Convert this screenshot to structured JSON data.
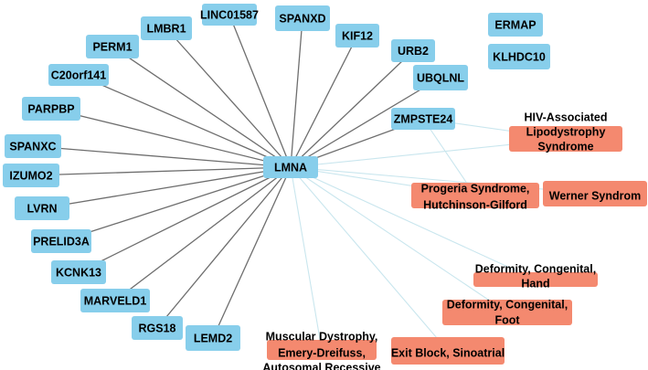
{
  "colors": {
    "gene_fill": "#87CEEB",
    "disease_fill": "#F4896F",
    "gene_edge": "#6E6E6E",
    "disease_edge": "#C9E6EE",
    "label": "#000000"
  },
  "hub": {
    "id": "lmna",
    "label": "LMNA"
  },
  "genes": [
    {
      "id": "linc01587",
      "label": "LINC01587"
    },
    {
      "id": "spanxd",
      "label": "SPANXD"
    },
    {
      "id": "lmbr1",
      "label": "LMBR1"
    },
    {
      "id": "kif12",
      "label": "KIF12"
    },
    {
      "id": "perm1",
      "label": "PERM1"
    },
    {
      "id": "urb2",
      "label": "URB2"
    },
    {
      "id": "c20orf141",
      "label": "C20orf141"
    },
    {
      "id": "ubqlnl",
      "label": "UBQLNL"
    },
    {
      "id": "parpbp",
      "label": "PARPBP"
    },
    {
      "id": "zmpste24",
      "label": "ZMPSTE24"
    },
    {
      "id": "spanxc",
      "label": "SPANXC"
    },
    {
      "id": "izumo2",
      "label": "IZUMO2"
    },
    {
      "id": "lvrn",
      "label": "LVRN"
    },
    {
      "id": "prelid3a",
      "label": "PRELID3A"
    },
    {
      "id": "kcnk13",
      "label": "KCNK13"
    },
    {
      "id": "marveld1",
      "label": "MARVELD1"
    },
    {
      "id": "rgs18",
      "label": "RGS18"
    },
    {
      "id": "lemd2",
      "label": "LEMD2"
    },
    {
      "id": "ermap",
      "label": "ERMAP"
    },
    {
      "id": "klhdc10",
      "label": "KLHDC10"
    }
  ],
  "diseases": [
    {
      "id": "hiv_lipodystrophy",
      "lines": [
        "HIV-Associated",
        "Lipodystrophy",
        "Syndrome"
      ]
    },
    {
      "id": "progeria",
      "lines": [
        "Progeria Syndrome,",
        "Hutchinson-Gilford"
      ]
    },
    {
      "id": "werner",
      "lines": [
        "Werner Syndrom"
      ]
    },
    {
      "id": "deformity_hand",
      "lines": [
        "Deformity, Congenital,",
        "Hand"
      ]
    },
    {
      "id": "deformity_foot",
      "lines": [
        "Deformity, Congenital,",
        "Foot"
      ]
    },
    {
      "id": "muscular_dystrophy",
      "lines": [
        "Muscular Dystrophy,",
        "Emery-Dreifuss,",
        "Autosomal Recessive"
      ]
    },
    {
      "id": "exit_block",
      "lines": [
        "Exit Block, Sinoatrial"
      ]
    }
  ],
  "edges": [
    {
      "source": "lmna",
      "target": "linc01587",
      "kind": "gene"
    },
    {
      "source": "lmna",
      "target": "spanxd",
      "kind": "gene"
    },
    {
      "source": "lmna",
      "target": "lmbr1",
      "kind": "gene"
    },
    {
      "source": "lmna",
      "target": "kif12",
      "kind": "gene"
    },
    {
      "source": "lmna",
      "target": "perm1",
      "kind": "gene"
    },
    {
      "source": "lmna",
      "target": "urb2",
      "kind": "gene"
    },
    {
      "source": "lmna",
      "target": "c20orf141",
      "kind": "gene"
    },
    {
      "source": "lmna",
      "target": "ubqlnl",
      "kind": "gene"
    },
    {
      "source": "lmna",
      "target": "parpbp",
      "kind": "gene"
    },
    {
      "source": "lmna",
      "target": "zmpste24",
      "kind": "gene"
    },
    {
      "source": "lmna",
      "target": "spanxc",
      "kind": "gene"
    },
    {
      "source": "lmna",
      "target": "izumo2",
      "kind": "gene"
    },
    {
      "source": "lmna",
      "target": "lvrn",
      "kind": "gene"
    },
    {
      "source": "lmna",
      "target": "prelid3a",
      "kind": "gene"
    },
    {
      "source": "lmna",
      "target": "kcnk13",
      "kind": "gene"
    },
    {
      "source": "lmna",
      "target": "marveld1",
      "kind": "gene"
    },
    {
      "source": "lmna",
      "target": "rgs18",
      "kind": "gene"
    },
    {
      "source": "lmna",
      "target": "lemd2",
      "kind": "gene"
    },
    {
      "source": "lmna",
      "target": "hiv_lipodystrophy",
      "kind": "disease"
    },
    {
      "source": "lmna",
      "target": "progeria",
      "kind": "disease"
    },
    {
      "source": "lmna",
      "target": "werner",
      "kind": "disease"
    },
    {
      "source": "lmna",
      "target": "deformity_hand",
      "kind": "disease"
    },
    {
      "source": "lmna",
      "target": "deformity_foot",
      "kind": "disease"
    },
    {
      "source": "lmna",
      "target": "muscular_dystrophy",
      "kind": "disease"
    },
    {
      "source": "lmna",
      "target": "exit_block",
      "kind": "disease"
    },
    {
      "source": "zmpste24",
      "target": "hiv_lipodystrophy",
      "kind": "disease"
    },
    {
      "source": "zmpste24",
      "target": "progeria",
      "kind": "disease"
    }
  ]
}
